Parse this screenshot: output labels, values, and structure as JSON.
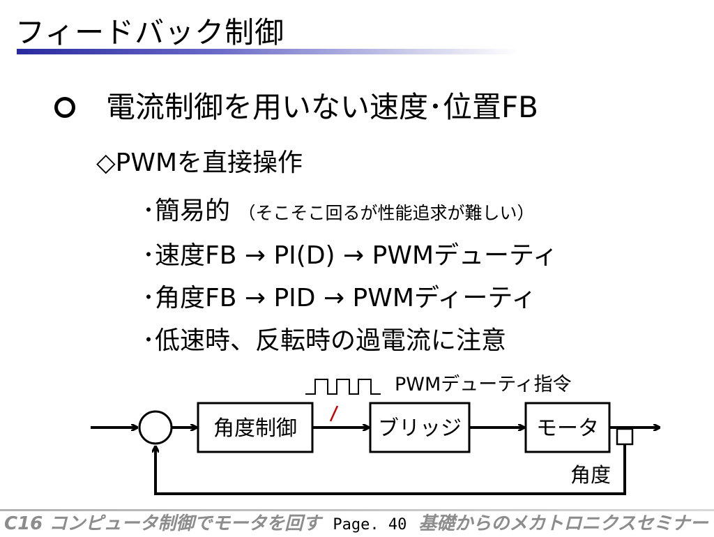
{
  "title": "フィードバック制御",
  "heading": "電流制御を用いない速度･位置FB",
  "subheading": "◇PWMを直接操作",
  "bullets": [
    {
      "text": "･簡易的",
      "note": "（そこそこ回るが性能追求が難しい）"
    },
    {
      "text": "･速度FB → PI(D) → PWMデューティ",
      "note": ""
    },
    {
      "text": "･角度FB → PID → PWMディーティ",
      "note": ""
    },
    {
      "text": "･低速時、反転時の過電流に注意",
      "note": ""
    }
  ],
  "diagram": {
    "blocks": [
      "角度制御",
      "ブリッジ",
      "モータ"
    ],
    "pwm_label": "PWMデューティ指令",
    "output_label": "角度"
  },
  "footer": {
    "left": "C16 コンピュータ制御でモータを回す",
    "page": "Page. 40",
    "right": "基礎からのメカトロニクスセミナー"
  }
}
